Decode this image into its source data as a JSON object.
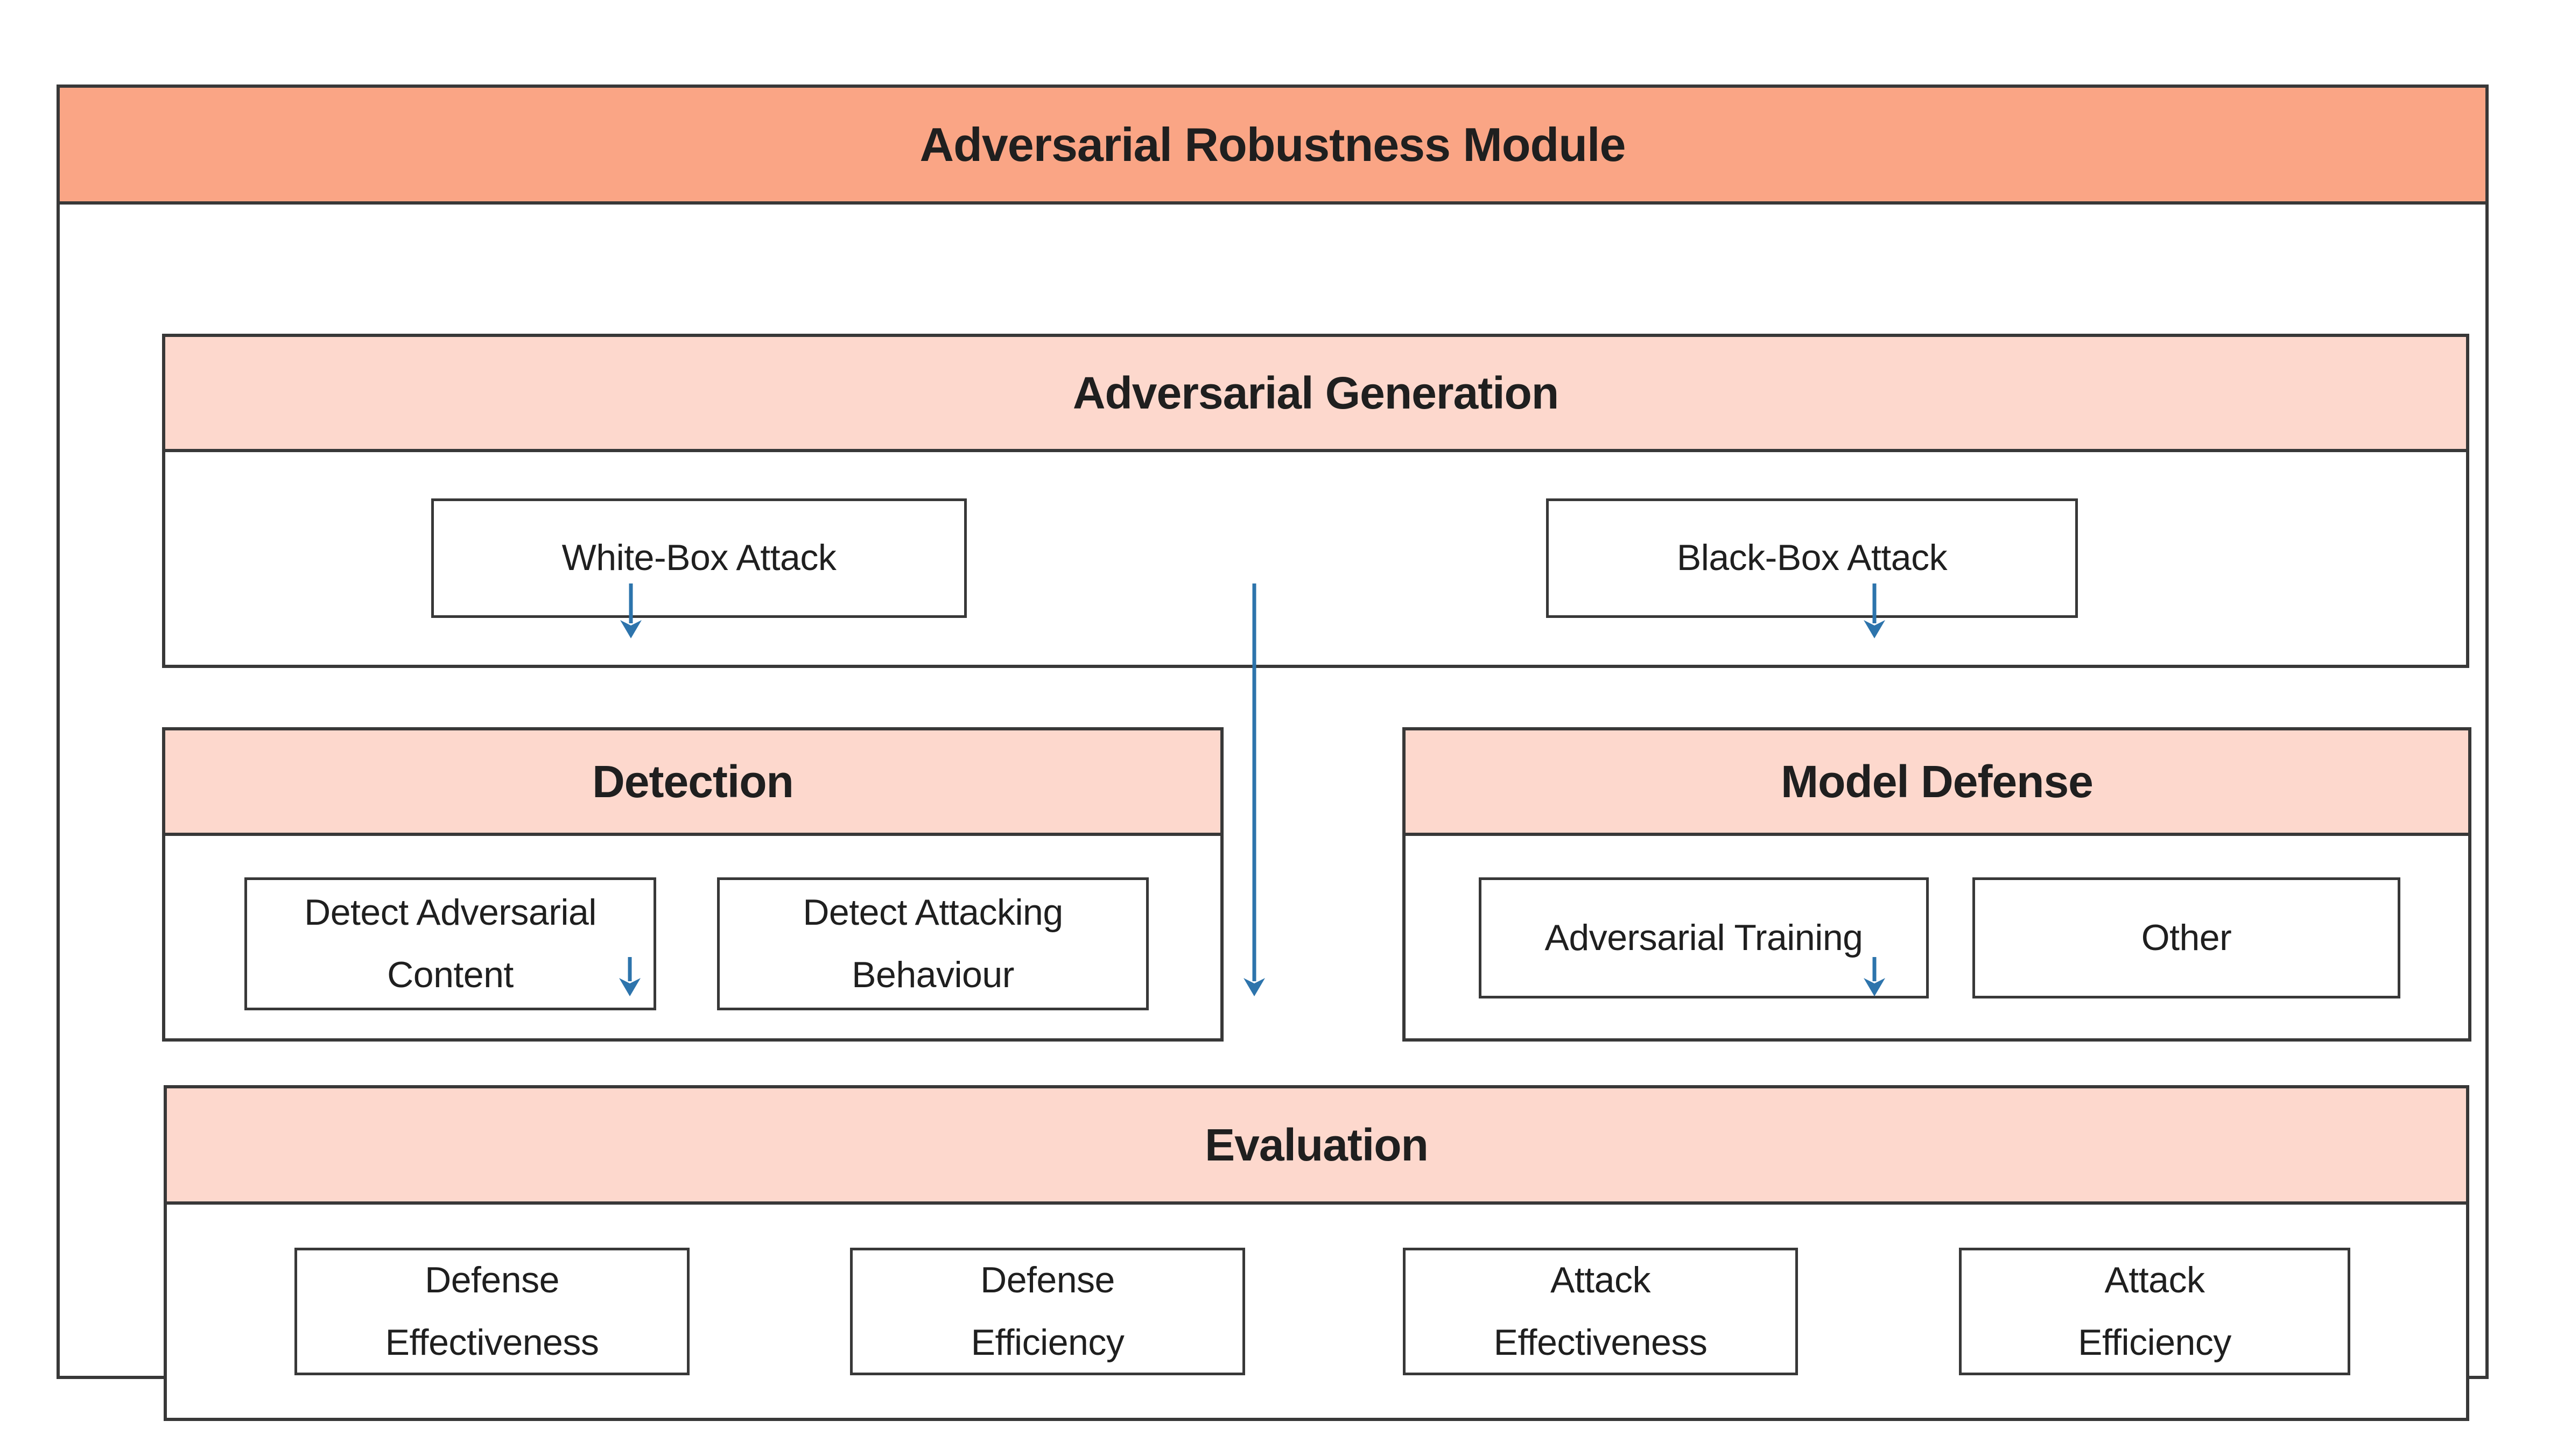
{
  "title": "Adversarial Robustness Module",
  "colors": {
    "title_fill": "#FAA585",
    "header_fill": "#FDD8CD",
    "border": "#383838",
    "arrow": "#2D74AC",
    "text": "#1F1F1F"
  },
  "sections": {
    "generation": {
      "header": "Adversarial Generation",
      "boxes": [
        {
          "label": "White-Box Attack"
        },
        {
          "label": "Black-Box Attack"
        }
      ]
    },
    "detection": {
      "header": "Detection",
      "boxes": [
        {
          "label": [
            "Detect Adversarial",
            "Content"
          ]
        },
        {
          "label": [
            "Detect Attacking",
            "Behaviour"
          ]
        }
      ]
    },
    "model_defense": {
      "header": "Model Defense",
      "boxes": [
        {
          "label": "Adversarial Training"
        },
        {
          "label": "Other"
        }
      ]
    },
    "evaluation": {
      "header": "Evaluation",
      "boxes": [
        {
          "label": [
            "Defense",
            "Effectiveness"
          ]
        },
        {
          "label": [
            "Defense",
            "Efficiency"
          ]
        },
        {
          "label": [
            "Attack",
            "Effectiveness"
          ]
        },
        {
          "label": [
            "Attack",
            "Efficiency"
          ]
        }
      ]
    }
  }
}
